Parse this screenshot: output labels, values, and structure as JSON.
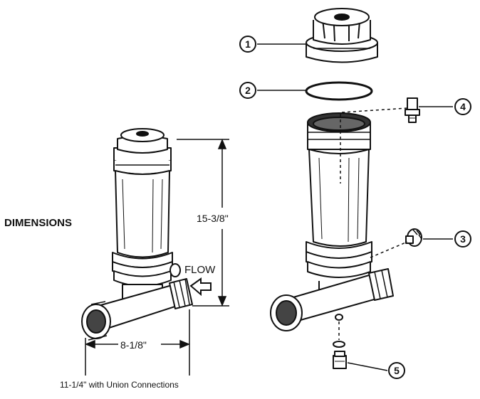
{
  "diagram": {
    "heading": "DIMENSIONS",
    "dimensions": {
      "height": "15-3/8\"",
      "width": "8-1/8\"",
      "width_note": "11-1/4\" with Union Connections",
      "flow": "FLOW"
    },
    "callouts": [
      "1",
      "2",
      "3",
      "4",
      "5"
    ]
  }
}
